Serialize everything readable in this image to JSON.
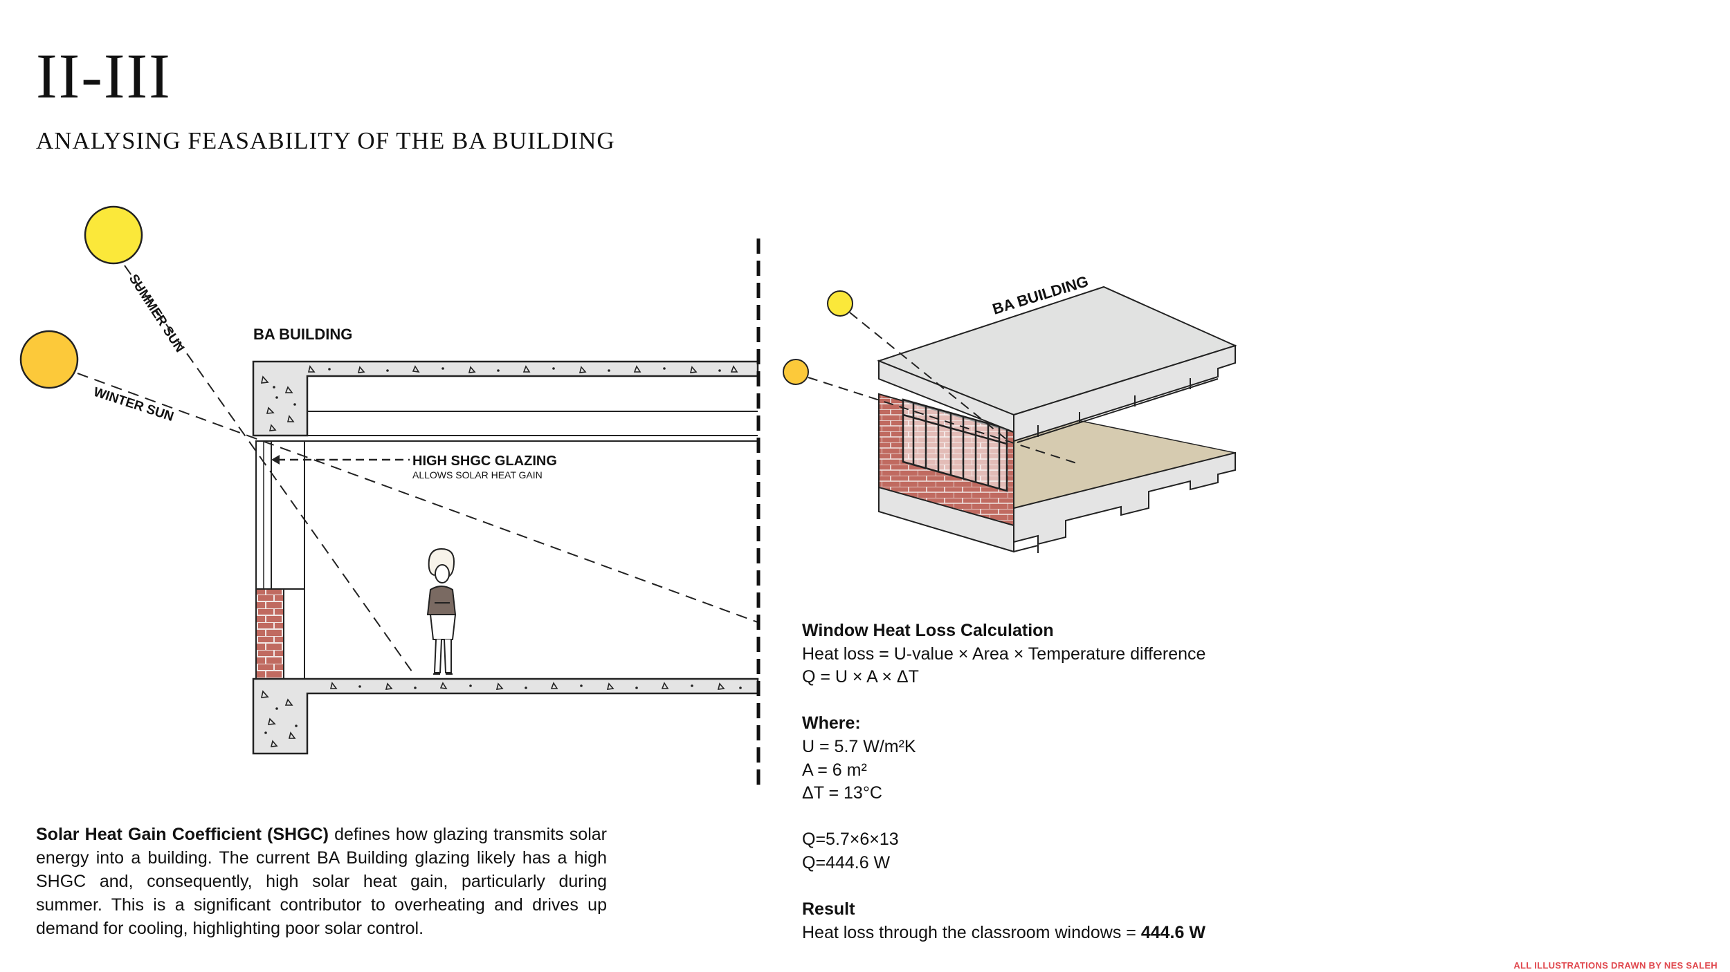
{
  "header": {
    "section_number": "II-III",
    "subtitle": "ANALYSING FEASABILITY OF THE BA BUILDING"
  },
  "section_diagram": {
    "building_label": "BA BUILDING",
    "summer_sun_label": "SUMMER SUN",
    "winter_sun_label": "WINTER SUN",
    "glazing_label": "HIGH SHGC GLAZING",
    "glazing_note": "ALLOWS SOLAR HEAT GAIN"
  },
  "axon_diagram": {
    "building_label": "BA BUILDING"
  },
  "shgc_text": {
    "bold_lead": "Solar Heat Gain Coefficient (SHGC)",
    "body": " defines how glazing transmits solar energy into a building. The current BA Building glazing likely has a high SHGC and, consequently, high solar heat gain, particularly during summer. This is a significant contributor to overheating and drives up demand for cooling, highlighting poor solar control."
  },
  "calculation": {
    "title": "Window Heat Loss Calculation",
    "formula_words": "Heat loss = U-value × Area × Temperature difference",
    "formula_symbols": "Q = U × A × ΔT",
    "where_label": "Where:",
    "u_value": "U = 5.7 W/m²K",
    "area": "A = 6 m²",
    "delta_t": "ΔT = 13°C",
    "substitution": "Q=5.7×6×13",
    "answer": "Q=444.6 W",
    "result_label": "Result",
    "result_text": "Heat loss through the classroom windows = ",
    "result_value": "444.6 W"
  },
  "credit": "ALL ILLUSTRATIONS DRAWN BY NES SALEH",
  "colors": {
    "summer_sun": "#fbe83a",
    "winter_sun": "#fcc93a",
    "concrete": "#e4e4e4",
    "brick": "#c06a60",
    "floor": "#d6cbb0",
    "credit": "#e0484e"
  }
}
